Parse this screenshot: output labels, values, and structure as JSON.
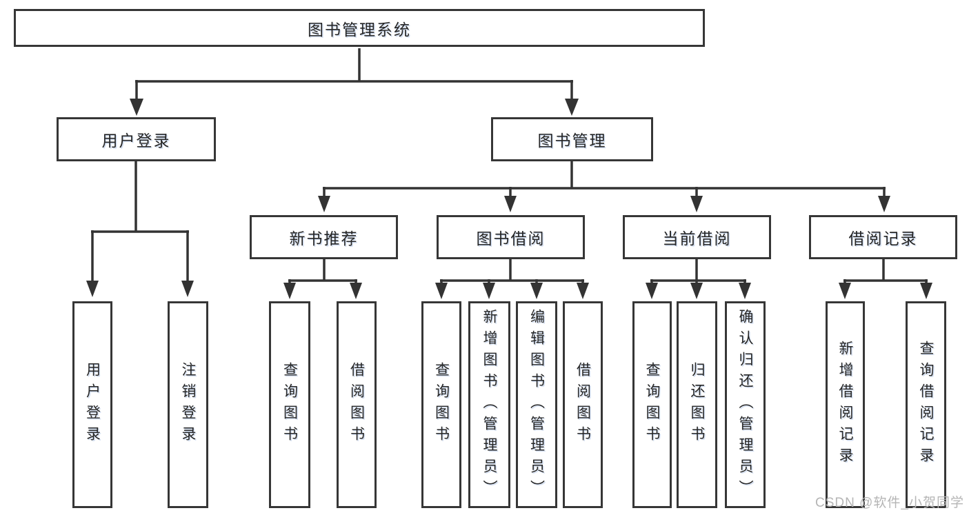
{
  "nodes": {
    "root": "图书管理系统",
    "user_login": "用户登录",
    "book_mgmt": "图书管理",
    "new_books": "新书推荐",
    "book_borrow": "图书借阅",
    "current_borrow": "当前借阅",
    "borrow_records": "借阅记录",
    "leaf_user_login": "用户登录",
    "leaf_logout": "注销登录",
    "leaf_nb_query": "查询图书",
    "leaf_nb_borrow": "借阅图书",
    "leaf_bb_query": "查询图书",
    "leaf_bb_add": "新增图书（管理员）",
    "leaf_bb_edit": "编辑图书（管理员）",
    "leaf_bb_borrow": "借阅图书",
    "leaf_cb_query": "查询图书",
    "leaf_cb_return": "归还图书",
    "leaf_cb_confirm": "确认归还（管理员）",
    "leaf_br_add": "新增借阅记录",
    "leaf_br_query": "查询借阅记录"
  },
  "hierarchy": {
    "图书管理系统": {
      "用户登录": [
        "用户登录",
        "注销登录"
      ],
      "图书管理": {
        "新书推荐": [
          "查询图书",
          "借阅图书"
        ],
        "图书借阅": [
          "查询图书",
          "新增图书（管理员）",
          "编辑图书（管理员）",
          "借阅图书"
        ],
        "当前借阅": [
          "查询图书",
          "归还图书",
          "确认归还（管理员）"
        ],
        "借阅记录": [
          "新增借阅记录",
          "查询借阅记录"
        ]
      }
    }
  },
  "watermark": "CSDN @软件_小贺同学",
  "colors": {
    "line": "#333333",
    "text": "#262626",
    "watermark": "#b5b5b5",
    "background": "#ffffff"
  }
}
